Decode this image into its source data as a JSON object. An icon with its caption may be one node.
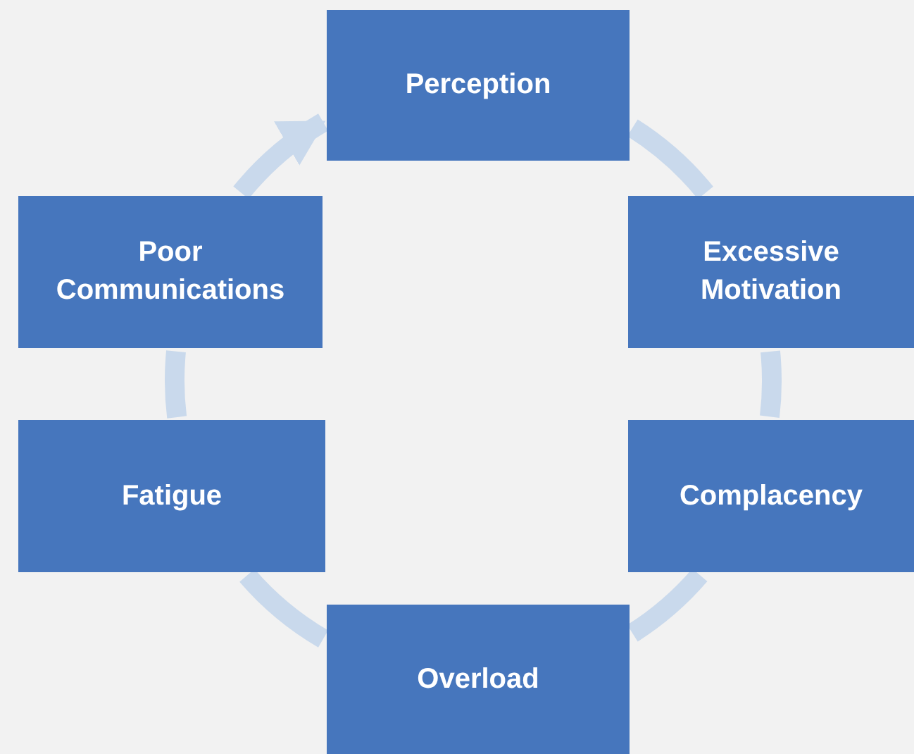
{
  "diagram": {
    "nodes": [
      {
        "text": [
          "Perception"
        ]
      },
      {
        "text": [
          "Excessive Motivation"
        ]
      },
      {
        "text": [
          "Complacency"
        ]
      },
      {
        "text": [
          "Overload"
        ]
      },
      {
        "text": [
          "Fatigue"
        ]
      },
      {
        "text": [
          "Poor Communications"
        ]
      }
    ],
    "edges": [
      {
        "from": 0,
        "to": 1,
        "arrow": "none"
      },
      {
        "from": 1,
        "to": 2,
        "arrow": "none"
      },
      {
        "from": 2,
        "to": 3,
        "arrow": "none"
      },
      {
        "from": 3,
        "to": 4,
        "arrow": "none"
      },
      {
        "from": 4,
        "to": 5,
        "arrow": "none"
      },
      {
        "from": 5,
        "to": 0,
        "arrow": "to"
      }
    ]
  }
}
